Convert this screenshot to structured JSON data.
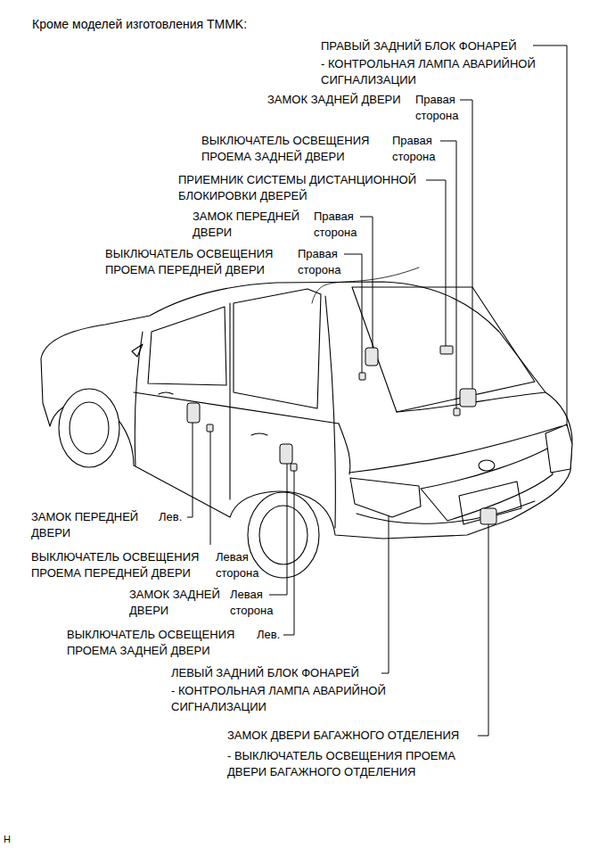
{
  "diagram": {
    "title": "Кроме моделей изготовления TMMK:",
    "labels": [
      "ПРАВЫЙ ЗАДНИЙ БЛОК ФОНАРЕЙ",
      "- КОНТРОЛЬНАЯ ЛАМПА АВАРИЙНОЙ СИГНАЛИЗАЦИИ",
      "ЗАМОК ЗАДНЕЙ ДВЕРИ",
      "Правая сторона",
      "ВЫКЛЮЧАТЕЛЬ ОСВЕЩЕНИЯ ПРОЕМА ЗАДНЕЙ ДВЕРИ",
      "Правая сторона",
      "ПРИЕМНИК СИСТЕМЫ ДИСТАНЦИОННОЙ БЛОКИРОВКИ ДВЕРЕЙ",
      "ЗАМОК ПЕРЕДНЕЙ ДВЕРИ",
      "Правая сторона",
      "ВЫКЛЮЧАТЕЛЬ ОСВЕЩЕНИЯ ПРОЕМА ПЕРЕДНЕЙ ДВЕРИ",
      "Правая сторона",
      "ЗАМОК ПЕРЕДНЕЙ ДВЕРИ",
      "Лев.",
      "ВЫКЛЮЧАТЕЛЬ ОСВЕЩЕНИЯ ПРОЕМА ПЕРЕДНЕЙ ДВЕРИ",
      "Левая сторона",
      "ЗАМОК ЗАДНЕЙ ДВЕРИ",
      "Левая сторона",
      "ВЫКЛЮЧАТЕЛЬ ОСВЕЩЕНИЯ ПРОЕМА ЗАДНЕЙ ДВЕРИ",
      "Лев.",
      "ЛЕВЫЙ ЗАДНИЙ БЛОК ФОНАРЕЙ",
      "- КОНТРОЛЬНАЯ ЛАМПА АВАРИЙНОЙ СИГНАЛИЗАЦИИ",
      "ЗАМОК ДВЕРИ БАГАЖНОГО ОТДЕЛЕНИЯ",
      "- ВЫКЛЮЧАТЕЛЬ ОСВЕЩЕНИЯ ПРОЕМА ДВЕРИ БАГАЖНОГО ОТДЕЛЕНИЯ",
      "H"
    ]
  }
}
